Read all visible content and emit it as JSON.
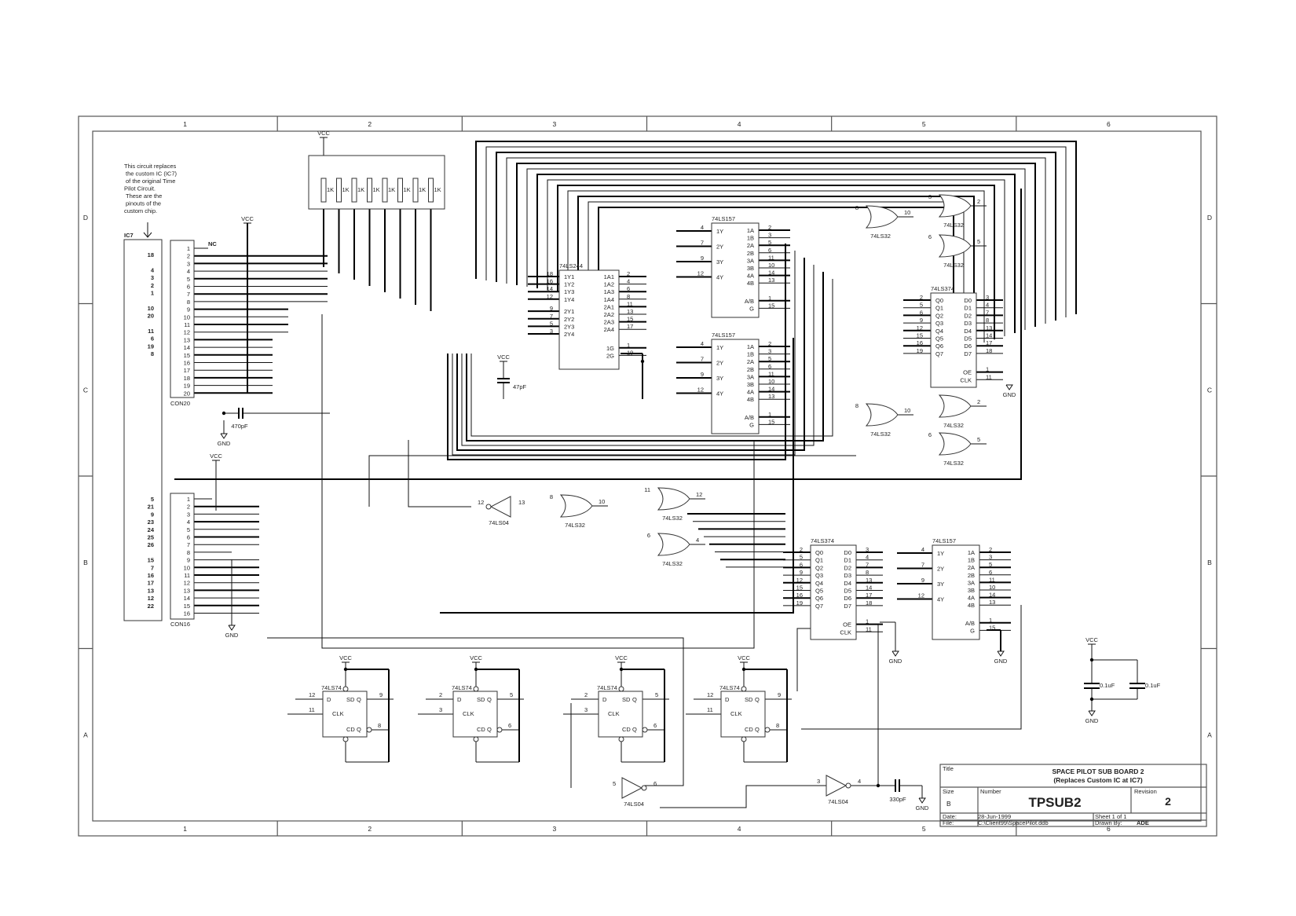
{
  "sheet": {
    "zones_x": [
      "1",
      "2",
      "3",
      "4",
      "5",
      "6"
    ],
    "zones_y": [
      "D",
      "C",
      "B",
      "A"
    ]
  },
  "note": {
    "lines": [
      "This circuit replaces",
      "the custom IC (IC7)",
      "of the original Time",
      "Pilot Circuit.",
      "These are the",
      "pinouts of the",
      "custom chip."
    ]
  },
  "ic7": {
    "label": "IC7",
    "pins_top": [
      "18",
      "",
      "4",
      "3",
      "2",
      "1",
      "",
      "10",
      "20",
      "",
      "11",
      "6",
      "19",
      "8"
    ],
    "pins_bottom": [
      "5",
      "21",
      "9",
      "23",
      "24",
      "25",
      "26",
      "",
      "15",
      "7",
      "16",
      "17",
      "13",
      "12",
      "22"
    ]
  },
  "con20": {
    "label": "CON20",
    "pins": [
      "1",
      "2",
      "3",
      "4",
      "5",
      "6",
      "7",
      "8",
      "9",
      "10",
      "11",
      "12",
      "13",
      "14",
      "15",
      "16",
      "17",
      "18",
      "19",
      "20"
    ],
    "nc_label": "NC"
  },
  "con16": {
    "label": "CON16",
    "pins": [
      "1",
      "2",
      "3",
      "4",
      "5",
      "6",
      "7",
      "8",
      "9",
      "10",
      "11",
      "12",
      "13",
      "14",
      "15",
      "16"
    ]
  },
  "power": {
    "vcc": "VCC",
    "gnd": "GND"
  },
  "resistor_pack": {
    "values": [
      "1K",
      "1K",
      "1K",
      "1K",
      "1K",
      "1K",
      "1K",
      "1K"
    ]
  },
  "caps": {
    "c470": "470pF",
    "c47": "47pF",
    "c330": "330pF",
    "c01a": "0.1uF",
    "c01b": "0.1uF"
  },
  "u244": {
    "name": "74LS244",
    "left": [
      {
        "n": "18",
        "p": "1Y1"
      },
      {
        "n": "16",
        "p": "1Y2"
      },
      {
        "n": "14",
        "p": "1Y3"
      },
      {
        "n": "12",
        "p": "1Y4"
      },
      {
        "n": "9",
        "p": "2Y1"
      },
      {
        "n": "7",
        "p": "2Y2"
      },
      {
        "n": "5",
        "p": "2Y3"
      },
      {
        "n": "3",
        "p": "2Y4"
      }
    ],
    "right": [
      {
        "n": "2",
        "p": "1A1"
      },
      {
        "n": "4",
        "p": "1A2"
      },
      {
        "n": "6",
        "p": "1A3"
      },
      {
        "n": "8",
        "p": "1A4"
      },
      {
        "n": "11",
        "p": "2A1"
      },
      {
        "n": "13",
        "p": "2A2"
      },
      {
        "n": "15",
        "p": "2A3"
      },
      {
        "n": "17",
        "p": "2A4"
      },
      {
        "n": "1",
        "p": "1G"
      },
      {
        "n": "19",
        "p": "2G"
      }
    ]
  },
  "u157": {
    "name": "74LS157",
    "left": [
      {
        "n": "4",
        "p": "1Y"
      },
      {
        "n": "7",
        "p": "2Y"
      },
      {
        "n": "9",
        "p": "3Y"
      },
      {
        "n": "12",
        "p": "4Y"
      }
    ],
    "right": [
      {
        "n": "2",
        "p": "1A"
      },
      {
        "n": "3",
        "p": "1B"
      },
      {
        "n": "5",
        "p": "2A"
      },
      {
        "n": "6",
        "p": "2B"
      },
      {
        "n": "11",
        "p": "3A"
      },
      {
        "n": "10",
        "p": "3B"
      },
      {
        "n": "14",
        "p": "4A"
      },
      {
        "n": "13",
        "p": "4B"
      },
      {
        "n": "1",
        "p": "A/B"
      },
      {
        "n": "15",
        "p": "G"
      }
    ]
  },
  "u374": {
    "name": "74LS374",
    "left": [
      {
        "n": "2",
        "p": "Q0"
      },
      {
        "n": "5",
        "p": "Q1"
      },
      {
        "n": "6",
        "p": "Q2"
      },
      {
        "n": "9",
        "p": "Q3"
      },
      {
        "n": "12",
        "p": "Q4"
      },
      {
        "n": "15",
        "p": "Q5"
      },
      {
        "n": "16",
        "p": "Q6"
      },
      {
        "n": "19",
        "p": "Q7"
      }
    ],
    "right": [
      {
        "n": "3",
        "p": "D0"
      },
      {
        "n": "4",
        "p": "D1"
      },
      {
        "n": "7",
        "p": "D2"
      },
      {
        "n": "8",
        "p": "D3"
      },
      {
        "n": "13",
        "p": "D4"
      },
      {
        "n": "14",
        "p": "D5"
      },
      {
        "n": "17",
        "p": "D6"
      },
      {
        "n": "18",
        "p": "D7"
      },
      {
        "n": "1",
        "p": "OE"
      },
      {
        "n": "11",
        "p": "CLK"
      }
    ]
  },
  "gates": {
    "or": "74LS32",
    "inv": "74LS04",
    "ff": "74LS74"
  },
  "ff_pins": {
    "d": "D",
    "sd": "SD",
    "q": "Q",
    "clk": "CLK",
    "cd": "CD",
    "qn": "Q"
  },
  "title_block": {
    "title_label": "Title",
    "title": "SPACE PILOT SUB BOARD 2",
    "subtitle": "(Replaces Custom IC at IC7)",
    "size_label": "Size",
    "size": "B",
    "number_label": "Number",
    "number": "TPSUB2",
    "revision_label": "Revision",
    "revision": "2",
    "date_label": "Date:",
    "date": "28-Jun-1999",
    "file_label": "File:",
    "file": "C:\\Client99\\SpacePilot.ddb",
    "sheet_text": "Sheet 1 of 1",
    "drawn_label": "Drawn By:",
    "drawn": "ADE"
  }
}
